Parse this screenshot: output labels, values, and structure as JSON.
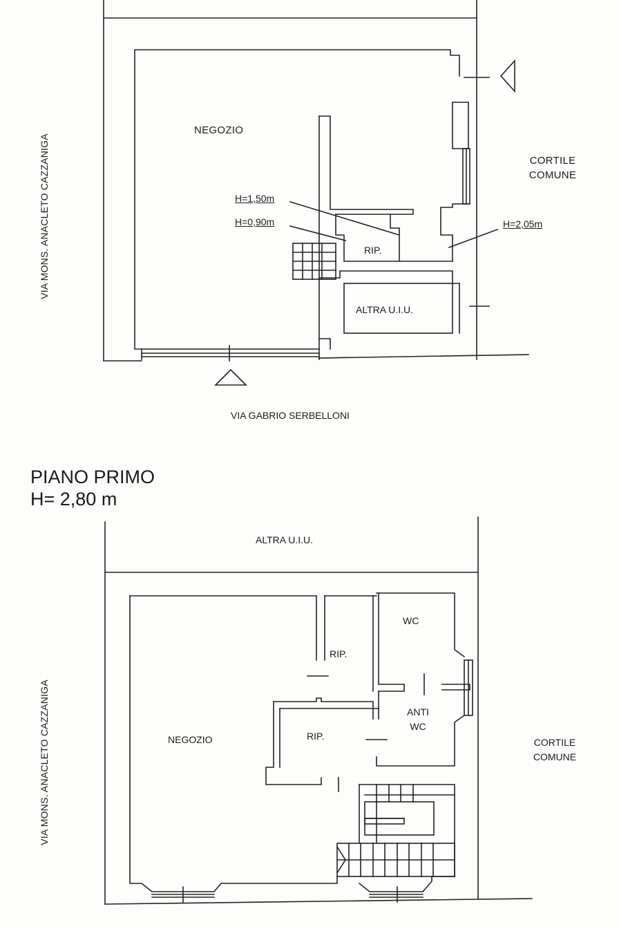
{
  "ground_floor": {
    "negozio": "NEGOZIO",
    "cortile": [
      "CORTILE",
      "COMUNE"
    ],
    "rip": "RIP.",
    "altra_uiu": "ALTRA U.I.U.",
    "h150": "H=1,50m",
    "h090": "H=0,90m",
    "h205": "H=2,05m",
    "street_side": "VIA MONS. ANACLETO CAZZANIGA",
    "street_bottom": "VIA GABRIO SERBELLONI"
  },
  "first_floor": {
    "title": "PIANO PRIMO",
    "height": "H= 2,80 m",
    "altra_uiu": "ALTRA U.I.U.",
    "wc": "WC",
    "rip_upper": "RIP.",
    "rip_lower": "RIP.",
    "anti_wc": [
      "ANTI",
      "WC"
    ],
    "negozio": "NEGOZIO",
    "cortile": [
      "CORTILE",
      "COMUNE"
    ],
    "street_side": "VIA MONS. ANACLETO CAZZANIGA"
  }
}
